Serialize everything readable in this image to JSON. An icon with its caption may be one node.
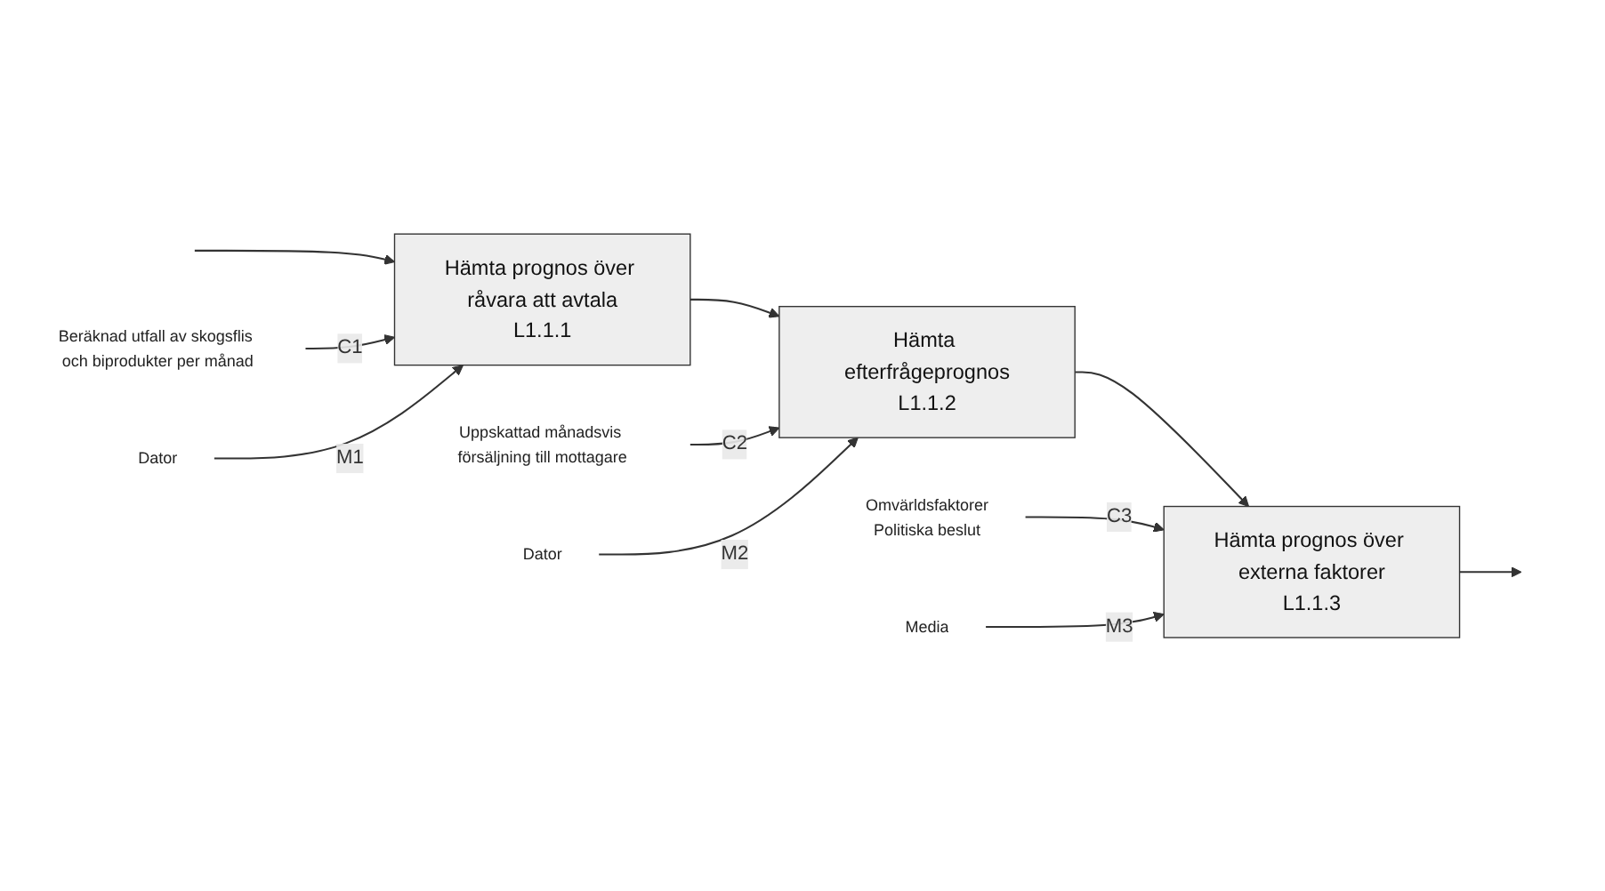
{
  "diagram": {
    "nodes": [
      {
        "text": [
          "Beräknad utfall av skogsflis och biprodukter per månad"
        ]
      },
      {
        "text": [
          "Uppskattad månadsvis försäljning till mottagare"
        ]
      },
      {
        "text": [
          "Omvärldsfaktorer",
          "Politiska beslut"
        ]
      },
      {
        "text": [
          "Hämta prognos över råvara att avtala",
          "L1.1.1"
        ]
      },
      {
        "text": [
          "Hämta efterfrågeprognos",
          "L1.1.2"
        ]
      },
      {
        "text": [
          "Hämta prognos över externa faktorer",
          "L1.1.3"
        ]
      },
      {
        "text": [
          "Dator"
        ]
      },
      {
        "text": [
          "Dator"
        ]
      },
      {
        "text": [
          "Media"
        ]
      }
    ],
    "edges": [
      {
        "from": null,
        "to": 3,
        "arrow": "to"
      },
      {
        "from": 0,
        "to": 3,
        "arrow": "to",
        "label": "C1"
      },
      {
        "from": 6,
        "to": 3,
        "arrow": "to",
        "label": "M1"
      },
      {
        "from": 3,
        "to": 4,
        "arrow": "to"
      },
      {
        "from": 1,
        "to": 4,
        "arrow": "to",
        "label": "C2"
      },
      {
        "from": 7,
        "to": 4,
        "arrow": "to",
        "label": "M2"
      },
      {
        "from": 4,
        "to": 5,
        "arrow": "to"
      },
      {
        "from": 2,
        "to": 5,
        "arrow": "to",
        "label": "C3"
      },
      {
        "from": 8,
        "to": 5,
        "arrow": "to",
        "label": "M3"
      },
      {
        "from": 5,
        "to": null,
        "arrow": "to"
      }
    ]
  }
}
